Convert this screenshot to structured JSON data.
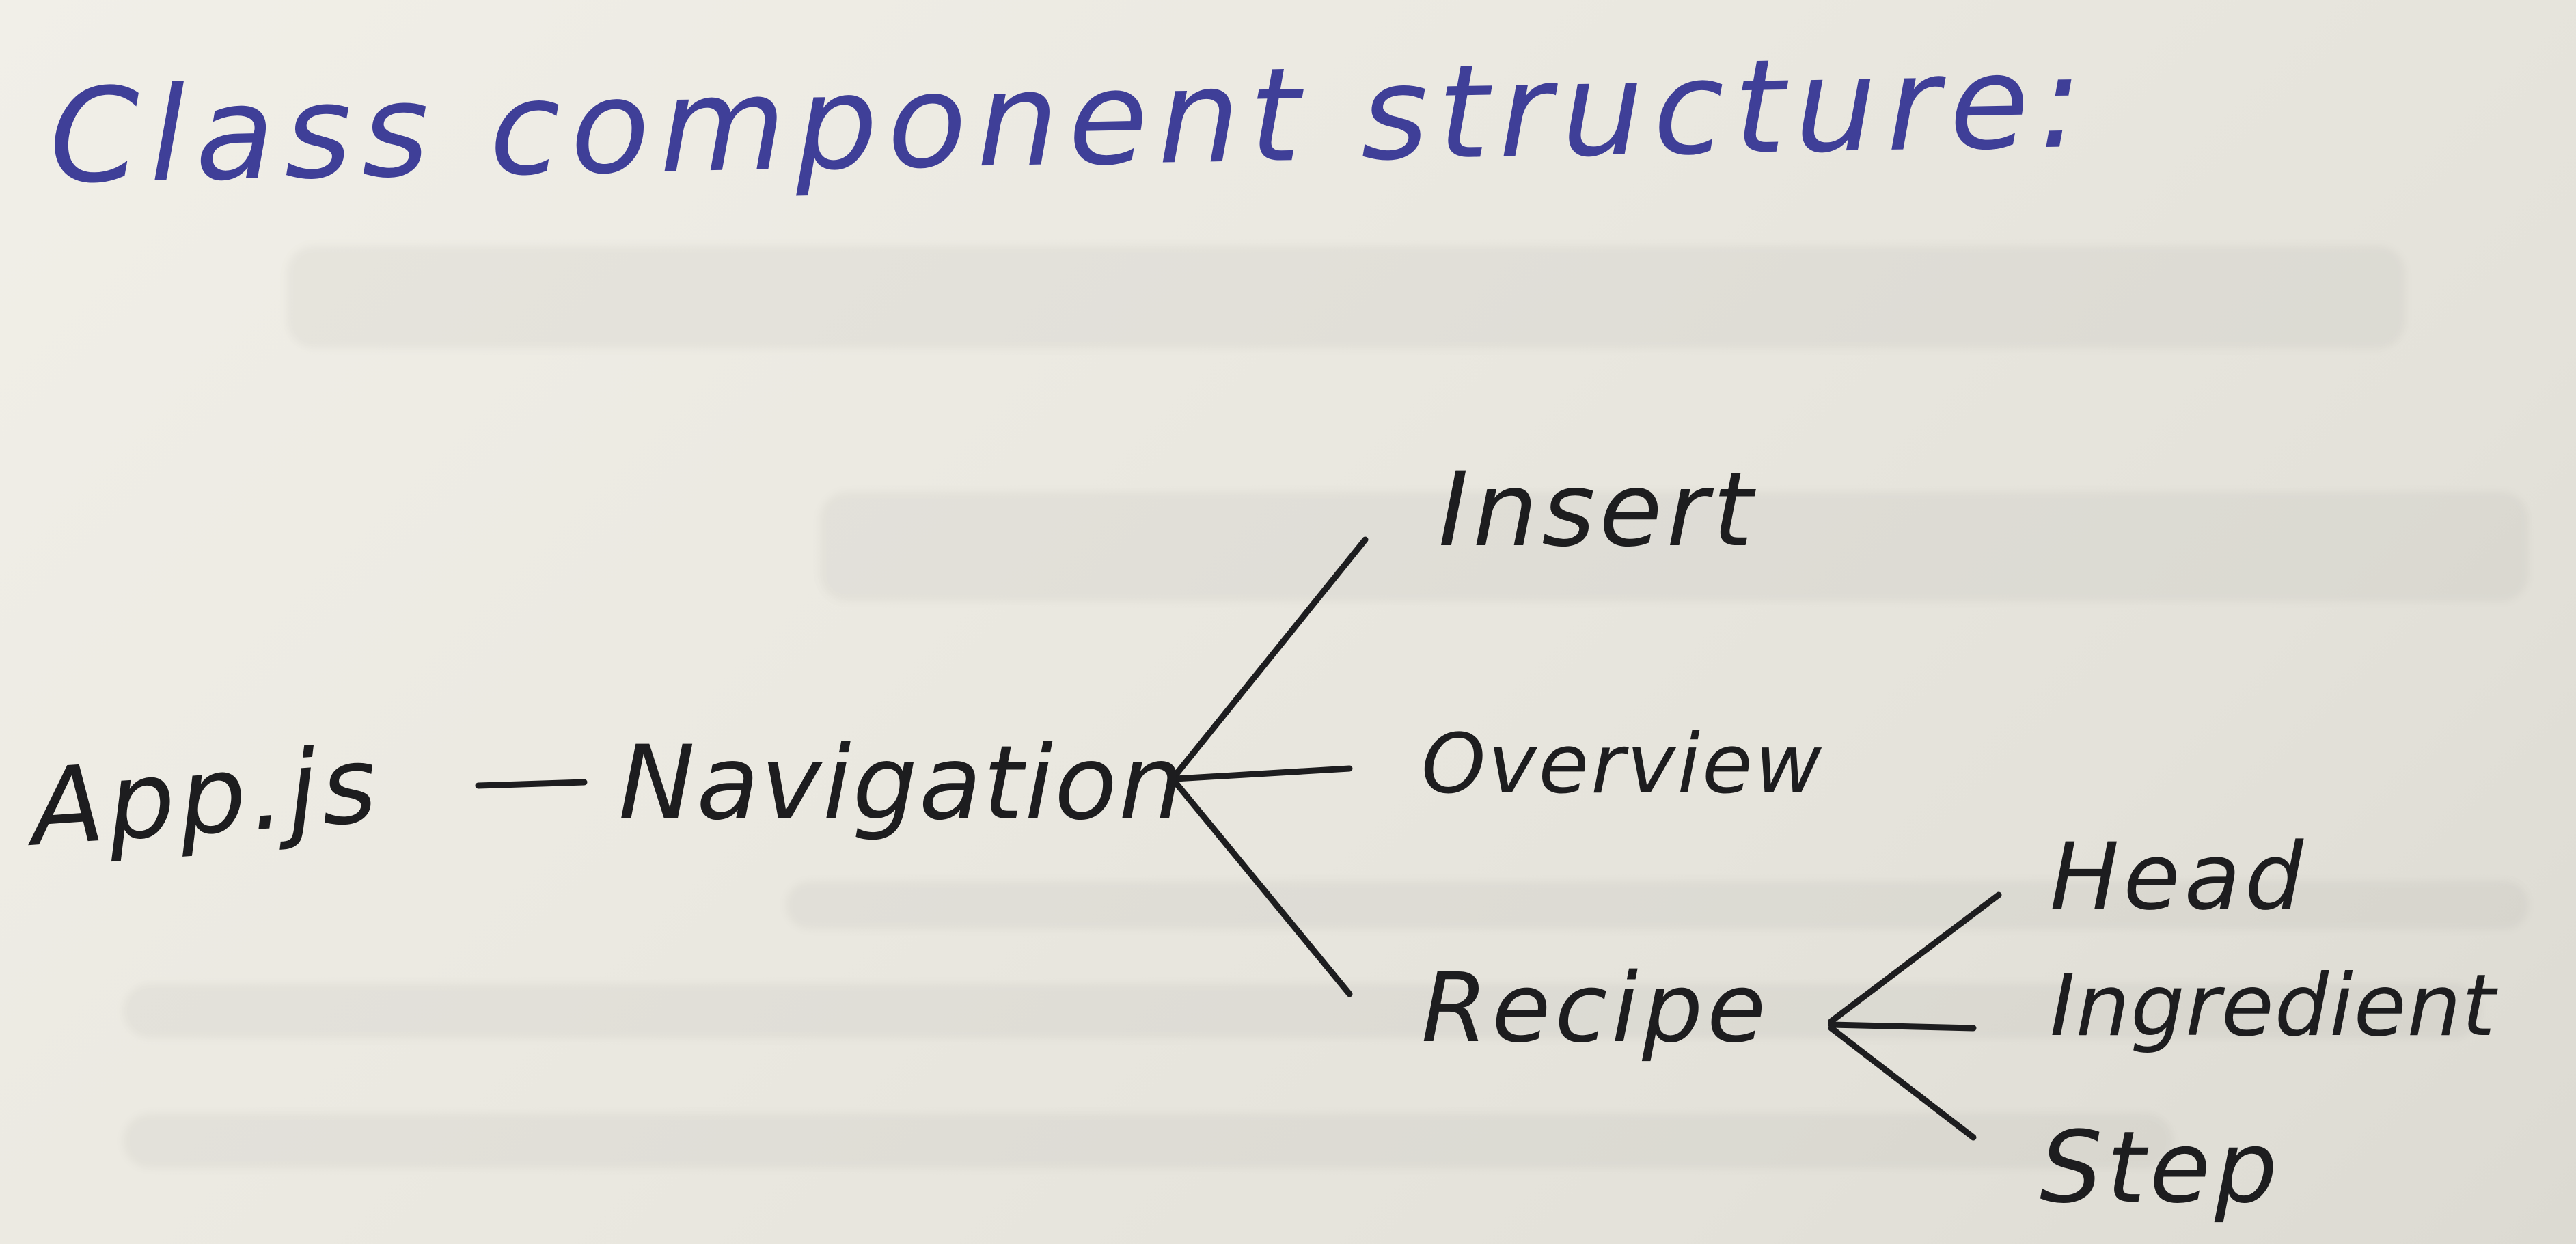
{
  "title": "Class component structure:",
  "nodes": {
    "app": "App.js",
    "navigation": "Navigation",
    "insert": "Insert",
    "overview": "Overview",
    "recipe": "Recipe",
    "head": "Head",
    "ingredient": "Ingredient",
    "step": "Step"
  },
  "colors": {
    "paper": "#eceae2",
    "title_ink": "#3f3f98",
    "node_ink": "#1d1d1f"
  }
}
